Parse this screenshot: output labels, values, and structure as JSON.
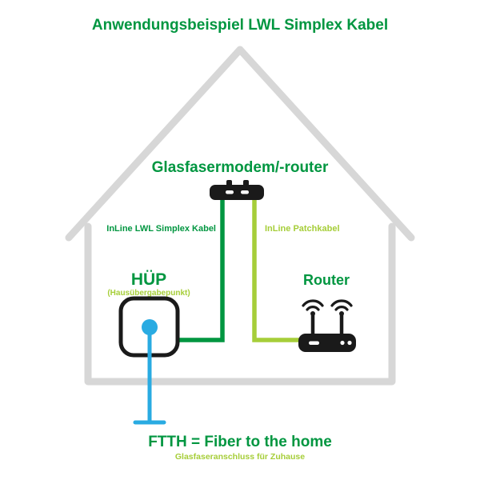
{
  "title": "Anwendungsbeispiel LWL Simplex Kabel",
  "colors": {
    "green": "#009640",
    "lime": "#A6CE39",
    "blue": "#29ABE2",
    "gray": "#D7D7D7",
    "black": "#1A1A1A"
  },
  "diagram": {
    "modem_label": "Glasfasermodem/-router",
    "simplex_cable_label": "InLine LWL Simplex Kabel",
    "patch_cable_label": "InLine Patchkabel",
    "huep_label": "HÜP",
    "huep_sublabel": "(Hausübergabepunkt)",
    "router_label": "Router",
    "ftth_label": "FTTH = Fiber to the home",
    "ftth_sublabel": "Glasfaseranschluss für Zuhause"
  },
  "icons": [
    "house-outline-icon",
    "modem-icon",
    "router-icon",
    "wifi-icon",
    "fiber-socket-icon"
  ]
}
